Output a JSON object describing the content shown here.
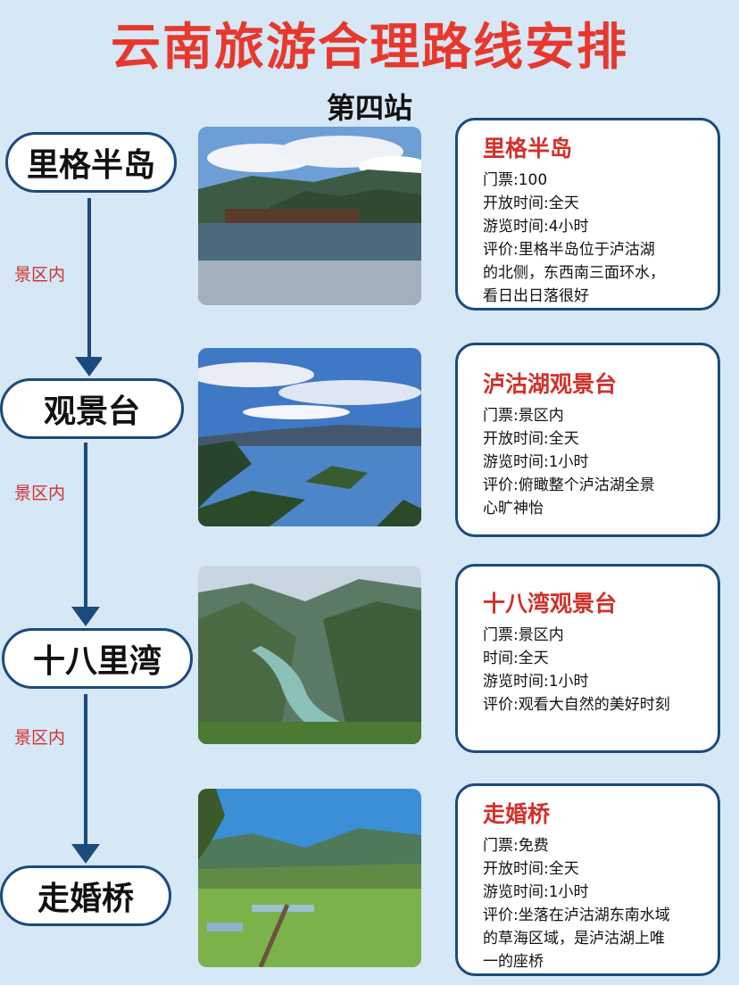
{
  "header": {
    "title": "云南旅游合理路线安排",
    "subtitle": "第四站"
  },
  "stops": [
    {
      "name": "里格半岛",
      "card": {
        "title": "里格半岛",
        "lines": [
          "门票:100",
          "开放时间:全天",
          "游览时间:4小时",
          "评价:里格半岛位于泸沽湖",
          "的北侧，东西南三面环水，",
          "看日出日落很好"
        ]
      }
    },
    {
      "name": "观景台",
      "card": {
        "title": "泸沽湖观景台",
        "lines": [
          "门票:景区内",
          "开放时间:全天",
          "游览时间:1小时",
          "评价:俯瞰整个泸沽湖全景",
          "心旷神怡"
        ]
      }
    },
    {
      "name": "十八里湾",
      "card": {
        "title": "十八湾观景台",
        "lines": [
          "门票:景区内",
          "时间:全天",
          "游览时间:1小时",
          "评价:观看大自然的美好时刻"
        ]
      }
    },
    {
      "name": "走婚桥",
      "card": {
        "title": "走婚桥",
        "lines": [
          "门票:免费",
          "开放时间:全天",
          "游览时间:1小时",
          "评价:坐落在泸沽湖东南水域",
          "的草海区域，是泸沽湖上唯",
          "一的座桥"
        ]
      }
    }
  ],
  "connectors": [
    {
      "label": "景区内"
    },
    {
      "label": "景区内"
    },
    {
      "label": "景区内"
    }
  ],
  "colors": {
    "title_red": "#e8382c",
    "accent_red": "#d2302a",
    "border_blue": "#1c4a7c",
    "background": "#d6e7f6"
  }
}
